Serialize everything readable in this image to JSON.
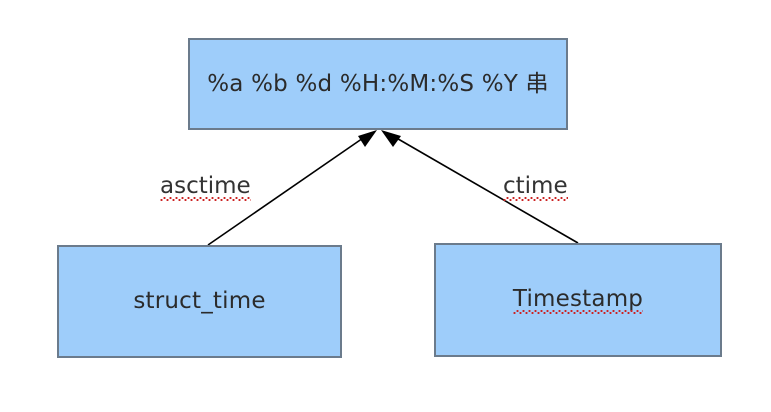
{
  "diagram": {
    "background_color": "#ffffff",
    "node_fill_color": "#9ecdfa",
    "node_border_color": "#6b7b8c",
    "edge_color": "#000000",
    "spellcheck_underline_color": "#cc2222",
    "nodes": [
      {
        "id": "format-string",
        "label": "%a %b %d %H:%M:%S %Y 串",
        "spellchecked": false
      },
      {
        "id": "struct-time",
        "label": "struct_time",
        "spellchecked": false
      },
      {
        "id": "timestamp",
        "label": "Timestamp",
        "spellchecked": true
      }
    ],
    "edges": [
      {
        "id": "asctime",
        "label": "asctime",
        "from": "struct-time",
        "to": "format-string",
        "spellchecked": true,
        "arrowhead": "filled-triangle"
      },
      {
        "id": "ctime",
        "label": "ctime",
        "from": "timestamp",
        "to": "format-string",
        "spellchecked": true,
        "arrowhead": "filled-triangle"
      }
    ]
  }
}
